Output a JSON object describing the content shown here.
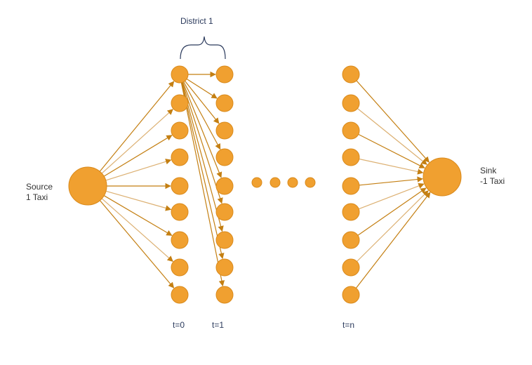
{
  "labels": {
    "district": "District 1",
    "source": "Source\n1 Taxi",
    "sink": "Sink\n-1 Taxi",
    "t0": "t=0",
    "t1": "t=1",
    "tn": "t=n"
  },
  "colors": {
    "node_fill": "#f0a030",
    "node_stroke": "#d98a1c",
    "edge": "#c47f12",
    "edge_light": "#dcb072",
    "brace": "#2b3a5c"
  }
}
